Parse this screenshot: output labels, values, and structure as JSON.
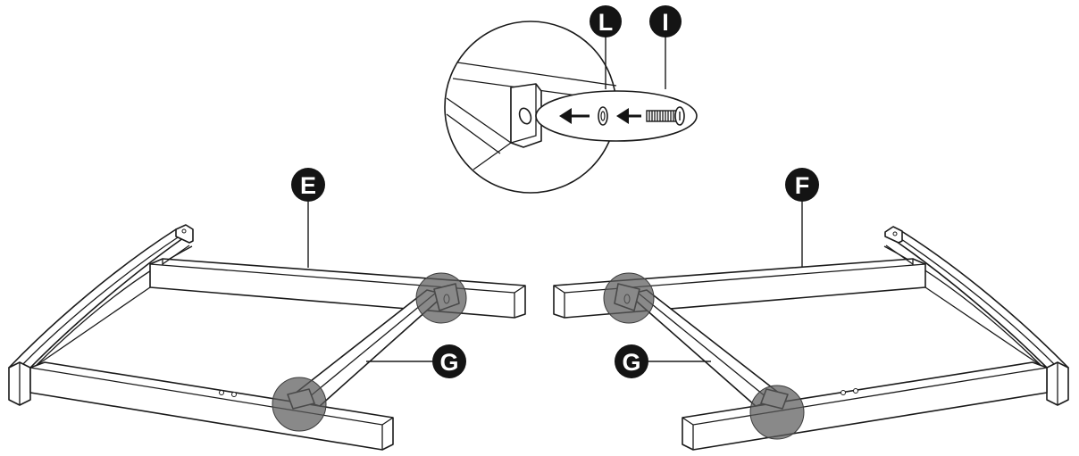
{
  "labels": {
    "E": "E",
    "F": "F",
    "G_left": "G",
    "G_right": "G",
    "L": "L",
    "I": "I"
  },
  "icons": {
    "washer": "washer-icon",
    "bolt": "bolt-icon",
    "arrow": "arrow-left-icon"
  },
  "colors": {
    "line": "#1a1a1a",
    "badge": "#141414",
    "highlight": "#5b5b5b"
  }
}
